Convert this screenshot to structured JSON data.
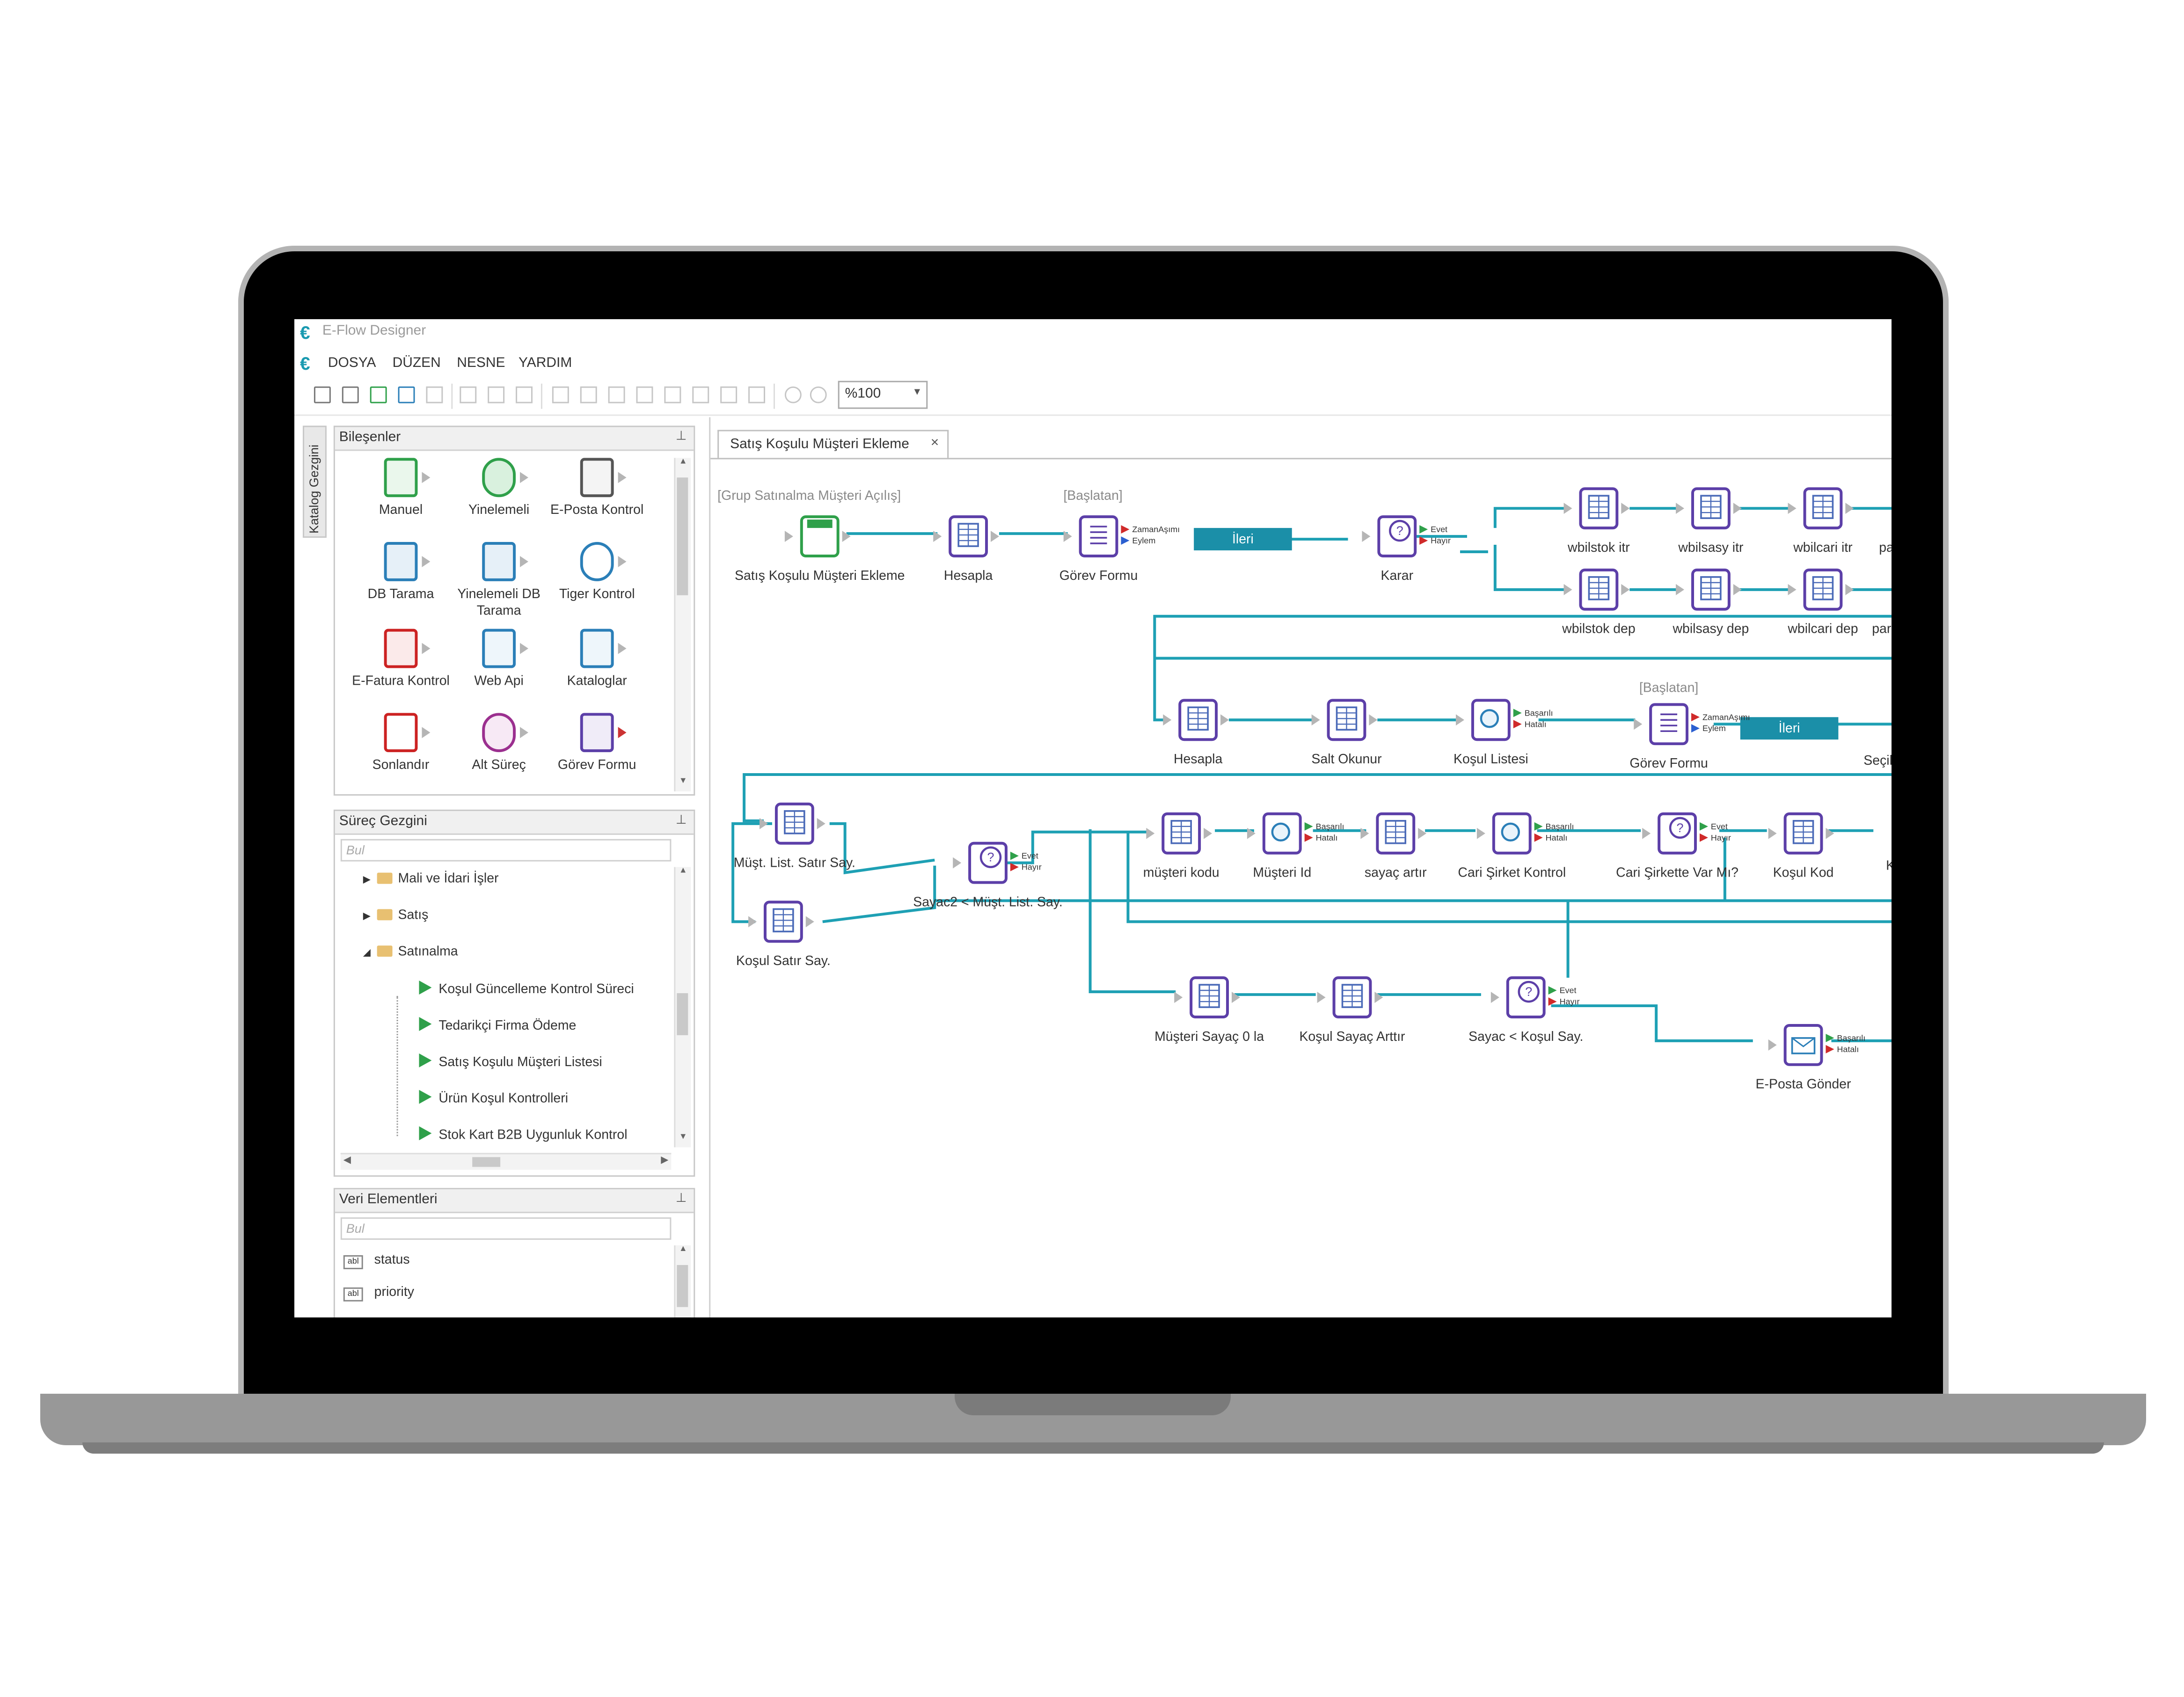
{
  "app": {
    "title": "E-Flow Designer"
  },
  "menu": [
    "DOSYA",
    "DÜZEN",
    "NESNE",
    "YARDIM"
  ],
  "toolbar": {
    "zoom": "%100"
  },
  "side_tab": "Katalog Gezgini",
  "components_panel": {
    "title": "Bileşenler",
    "items": [
      {
        "label": "Manuel",
        "icon": "start-hand-icon"
      },
      {
        "label": "Yinelemeli",
        "icon": "repeat-icon"
      },
      {
        "label": "E-Posta Kontrol",
        "icon": "mail-check-icon"
      },
      {
        "label": "DB Tarama",
        "icon": "db-scan-icon"
      },
      {
        "label": "Yinelemeli DB Tarama",
        "icon": "db-repeat-icon"
      },
      {
        "label": "Tiger Kontrol",
        "icon": "tiger-icon"
      },
      {
        "label": "E-Fatura Kontrol",
        "icon": "efatura-icon"
      },
      {
        "label": "Web Api",
        "icon": "web-api-icon"
      },
      {
        "label": "Kataloglar",
        "icon": "catalog-icon"
      },
      {
        "label": "Sonlandır",
        "icon": "terminate-icon"
      },
      {
        "label": "Alt Süreç",
        "icon": "subprocess-icon"
      },
      {
        "label": "Görev Formu",
        "icon": "task-form-icon"
      }
    ]
  },
  "process_explorer": {
    "title": "Süreç Gezgini",
    "search_placeholder": "Bul",
    "folders": [
      "Mali ve İdari İşler",
      "Satış",
      "Satınalma"
    ],
    "processes": [
      "Koşul Güncelleme Kontrol Süreci",
      "Tedarikçi Firma Ödeme",
      "Satış Koşulu Müşteri Listesi",
      "Ürün Koşul Kontrolleri",
      "Stok Kart B2B Uygunluk Kontrol"
    ]
  },
  "data_elements": {
    "title": "Veri Elementleri",
    "search_placeholder": "Bul",
    "type_badge": "abl",
    "items": [
      "status",
      "priority"
    ]
  },
  "designer": {
    "tab_label": "Satış Koşulu Müşteri Ekleme",
    "tab_close": "×",
    "group_label": "[Grup Satınalma Müşteri Açılış]",
    "nodes": {
      "start": "Satış Koşulu Müşteri Ekleme",
      "hesapla1": "Hesapla",
      "gorev1": "Görev Formu",
      "baslatan1": "[Başlatan]",
      "ileri1": "İleri",
      "karar": "Karar",
      "wbilstok_itr": "wbilstok itr",
      "wbilsasy_itr": "wbilsasy itr",
      "wbilcari_itr": "wbilcari itr",
      "par1": "par",
      "wbilstok_dep": "wbilstok dep",
      "wbilsasy_dep": "wbilsasy dep",
      "wbilcari_dep": "wbilcari dep",
      "para2": "para",
      "hesapla2": "Hesapla",
      "salt_okunur": "Salt Okunur",
      "kosul_listesi": "Koşul Listesi",
      "gorev2": "Görev Formu",
      "baslatan2": "[Başlatan]",
      "ileri2": "İleri",
      "secile": "Seçile",
      "must_list_satir": "Müşt. List. Satır Say.",
      "kosul_satir": "Koşul Satır Say.",
      "sayac2": "Sayac2 < Müşt. List. Say.",
      "musteri_kodu": "müşteri kodu",
      "musteri_id": "Müşteri Id",
      "sayac_artir": "sayaç artır",
      "cari_sirket_kontrol": "Cari Şirket Kontrol",
      "cari_sirkette": "Cari Şirkette Var Mı?",
      "kosul_kod": "Koşul Kod",
      "k_cut": "K",
      "musteri_sayac": "Müşteri Sayaç 0 la",
      "kosul_sayac_artir": "Koşul Sayaç Arttır",
      "sayac_kosul": "Sayac < Koşul Say.",
      "eposta_gonder": "E-Posta Gönder"
    },
    "port_labels": {
      "zaman": "ZamanAşımı",
      "eylem": "Eylem",
      "evet": "Evet",
      "hayir": "Hayır",
      "basarili": "Başarılı",
      "hatali": "Hatalı"
    },
    "colors": {
      "connector": "#1ea0b4",
      "ileri_button": "#1b8fa8",
      "node_purple": "#5c3fa8",
      "start_green": "#2fa04a"
    }
  }
}
